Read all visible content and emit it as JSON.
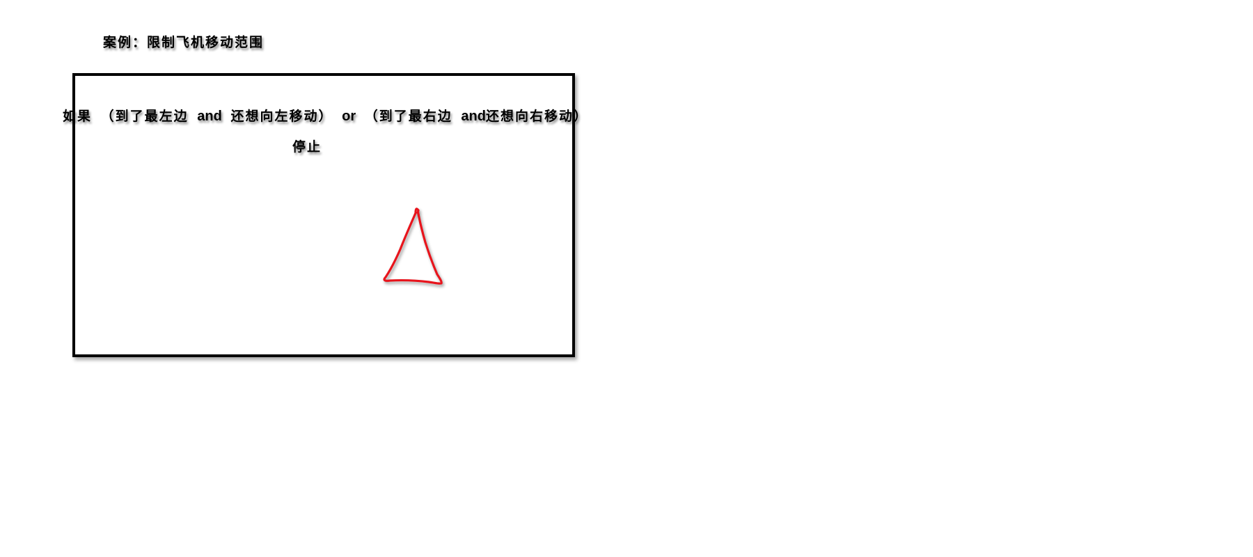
{
  "title": "案例：限制飞机移动范围",
  "condition": {
    "if": "如果",
    "left_clause": "（到了最左边",
    "and1": "and",
    "left_clause_end": "还想向左移动）",
    "or": "or",
    "right_clause": "（到了最右边",
    "and2": "and",
    "right_clause_end": "还想向右移动）"
  },
  "action": "停止",
  "colors": {
    "frame": "#000000",
    "plane": "#e8141c",
    "background": "#ffffff"
  },
  "icons": {
    "plane": "hand-drawn-triangle-plane-icon"
  }
}
